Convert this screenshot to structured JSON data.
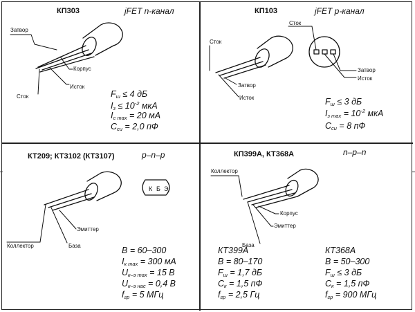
{
  "panels": {
    "tl": {
      "title": "КП303",
      "kind": "jFET n-канал",
      "labels": {
        "gate": "Затвор",
        "body": "Корпус",
        "drain": "Сток",
        "source": "Исток"
      },
      "params": [
        {
          "sym": "F",
          "sub": "ш",
          "rest": " ≤ 4 дБ"
        },
        {
          "sym": "I",
          "sub": "з",
          "rest": " ≤ 10",
          "sup": "-2",
          "tail": " мкА"
        },
        {
          "sym": "I",
          "sub": "c max",
          "rest": " = 20 мА"
        },
        {
          "sym": "C",
          "sub": "си",
          "rest": " = 2,0 пФ"
        }
      ]
    },
    "tr": {
      "title": "КП103",
      "kind": "jFET p-канал",
      "labels": {
        "drain_top": "Сток",
        "drain": "Сток",
        "gate": "Затвор",
        "source_pin": "Исток",
        "gate_pin": "Затвор",
        "source": "Исток"
      },
      "params": [
        {
          "sym": "F",
          "sub": "ш",
          "rest": " ≤ 3 дБ"
        },
        {
          "sym": "I",
          "sub": "з max",
          "rest": " = 10",
          "sup": "-2",
          "tail": " мкА"
        },
        {
          "sym": "C",
          "sub": "си",
          "rest": " = 8 пФ"
        }
      ]
    },
    "bl": {
      "title": "КТ209; КТ3102 (КТ3107)",
      "kind": "p–n–p",
      "pins": [
        "К",
        "Б",
        "Э"
      ],
      "labels": {
        "collector": "Коллектор",
        "base": "База",
        "emitter": "Эмиттер"
      },
      "params": [
        {
          "sym": "B",
          "sub": "",
          "rest": " = 60–300"
        },
        {
          "sym": "I",
          "sub": "к max",
          "rest": " = 300 мА"
        },
        {
          "sym": "U",
          "sub": "к–э max",
          "rest": " = 15 В"
        },
        {
          "sym": "U",
          "sub": "к–э нас",
          "rest": " = 0,4 В"
        },
        {
          "sym": "f",
          "sub": "гр",
          "rest": " = 5 МГц"
        }
      ]
    },
    "br": {
      "title": "КП399А, КТ368А",
      "kind": "n–p–n",
      "labels": {
        "collector": "Коллектор",
        "body": "Корпус",
        "emitter": "Эмиттер",
        "base": "База"
      },
      "col1": {
        "name": "КТ399А",
        "params": [
          {
            "sym": "B",
            "sub": "",
            "rest": " = 80–170"
          },
          {
            "sym": "F",
            "sub": "ш",
            "rest": " = 1,7 дБ"
          },
          {
            "sym": "C",
            "sub": "к",
            "rest": " = 1,5 пФ"
          },
          {
            "sym": "f",
            "sub": "гр",
            "rest": " = 2,5 Гц"
          }
        ]
      },
      "col2": {
        "name": "КТ368А",
        "params": [
          {
            "sym": "B",
            "sub": "",
            "rest": " = 50–300"
          },
          {
            "sym": "F",
            "sub": "ш",
            "rest": " ≤ 3 дБ"
          },
          {
            "sym": "C",
            "sub": "к",
            "rest": " = 1,5 пФ"
          },
          {
            "sym": "f",
            "sub": "гр",
            "rest": " = 900 МГц"
          }
        ]
      }
    }
  }
}
